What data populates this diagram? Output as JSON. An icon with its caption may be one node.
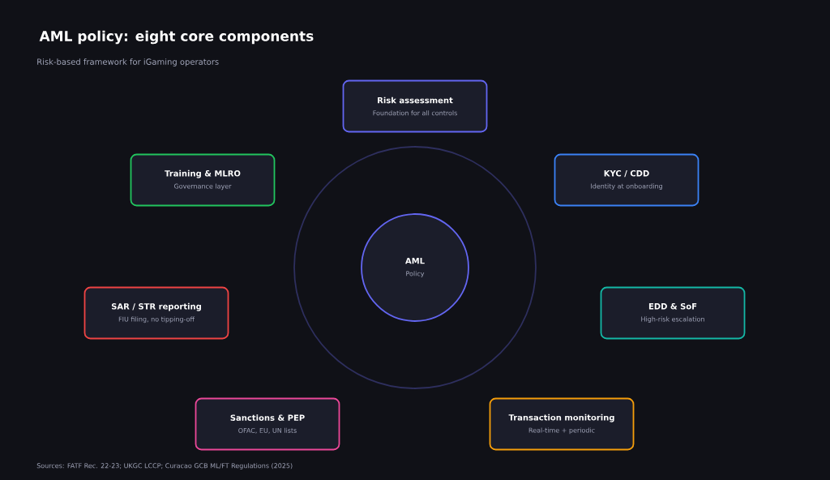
{
  "diagram": {
    "title": "AML policy: eight core components",
    "nodes": [
      {
        "text": [
          "AML",
          "Policy"
        ]
      },
      {
        "text": [
          "Risk assessment",
          "Foundation for all controls"
        ]
      },
      {
        "text": [
          "KYC / CDD",
          "Identity at onboarding"
        ]
      },
      {
        "text": [
          "EDD & SoF",
          "High-risk escalation"
        ]
      },
      {
        "text": [
          "Transaction monitoring",
          "Real-time + periodic"
        ]
      },
      {
        "text": [
          "Sanctions & PEP",
          "OFAC, EU, UN lists"
        ]
      },
      {
        "text": [
          "SAR / STR reporting",
          "FIU filing, no tipping-off"
        ]
      },
      {
        "text": [
          "Training & MLRO",
          "Governance layer"
        ]
      }
    ],
    "labels": [
      "Risk-based framework for iGaming operators",
      "Sources: FATF Rec. 22-23; UKGC LCCP; Curacao GCB ML/FT Regulations (2025)"
    ]
  }
}
